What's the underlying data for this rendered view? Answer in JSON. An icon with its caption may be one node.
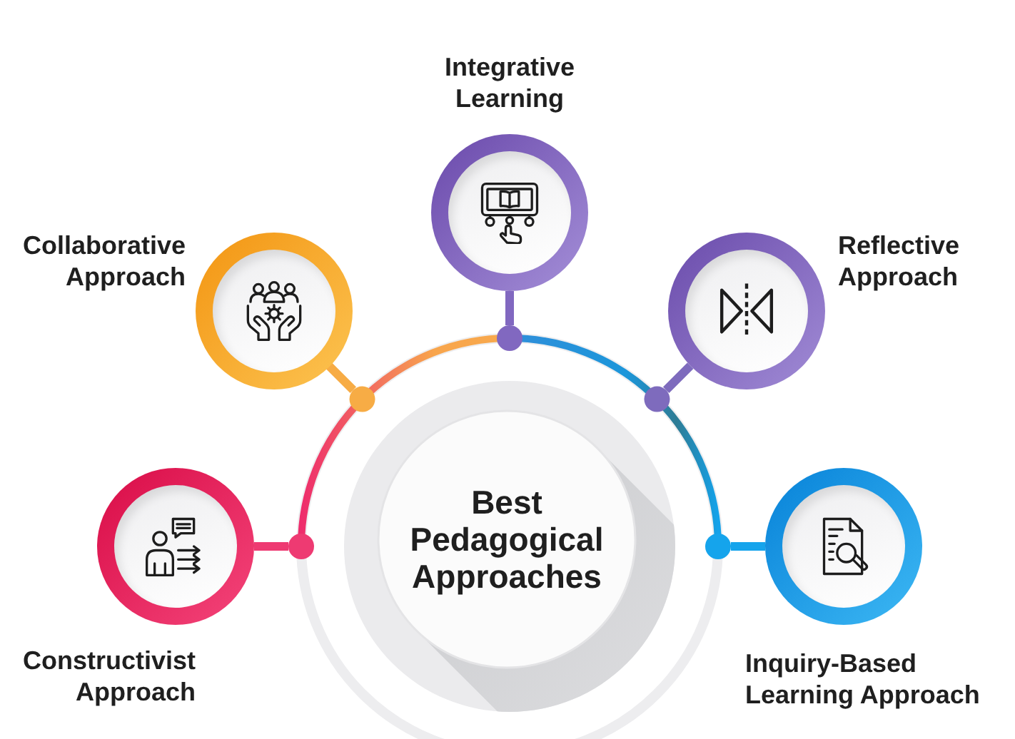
{
  "diagram": {
    "nodes": [
      {
        "text": [
          "Integrative Learning"
        ]
      },
      {
        "text": [
          "Collaborative Approach"
        ]
      },
      {
        "text": [
          "Reflective Approach"
        ]
      },
      {
        "text": [
          "Best Pedagogical Approaches"
        ]
      },
      {
        "text": [
          "Constructivist Approach"
        ]
      },
      {
        "text": [
          "Inquiry-Based Learning Approach"
        ]
      }
    ],
    "edges": [
      {
        "from": 3,
        "to": 0,
        "arrow": "none",
        "color": "#8168c0"
      },
      {
        "from": 3,
        "to": 1,
        "arrow": "none",
        "color": "#f7ac45"
      },
      {
        "from": 3,
        "to": 2,
        "arrow": "none",
        "color": "#7e6bbd"
      },
      {
        "from": 3,
        "to": 4,
        "arrow": "none",
        "color": "#ee3a72"
      },
      {
        "from": 3,
        "to": 5,
        "arrow": "none",
        "color": "#15a4ec"
      }
    ]
  }
}
